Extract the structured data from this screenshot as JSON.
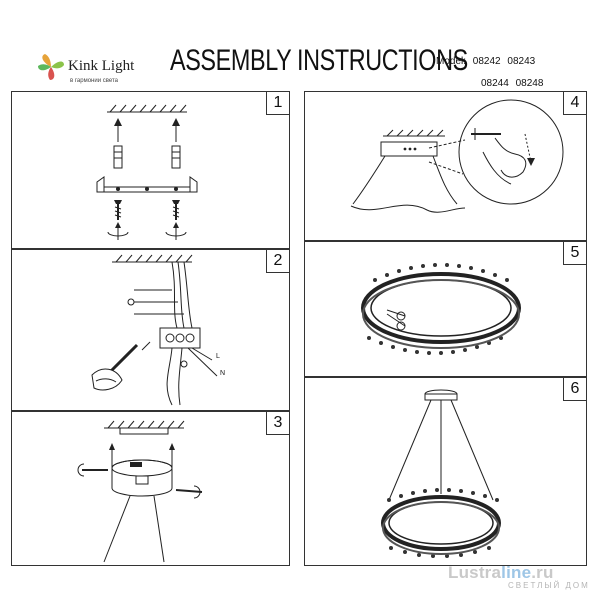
{
  "header": {
    "logo_name": "Kink Light",
    "logo_tagline": "в гармонии света",
    "title": "ASSEMBLY INSTRUCTIONS",
    "model_label": "Model:",
    "models_row1": [
      "08242",
      "08243"
    ],
    "models_row2": [
      "08244",
      "08248"
    ]
  },
  "steps": [
    {
      "number": "1",
      "labels": []
    },
    {
      "number": "2",
      "labels": [
        "L",
        "N"
      ]
    },
    {
      "number": "3",
      "labels": []
    },
    {
      "number": "4",
      "labels": []
    },
    {
      "number": "5",
      "labels": []
    },
    {
      "number": "6",
      "labels": []
    }
  ],
  "watermark": {
    "main_prefix": "Lustra",
    "main_accent": "line",
    "main_suffix": ".ru",
    "sub": "СВЕТЛЫЙ ДОМ"
  }
}
